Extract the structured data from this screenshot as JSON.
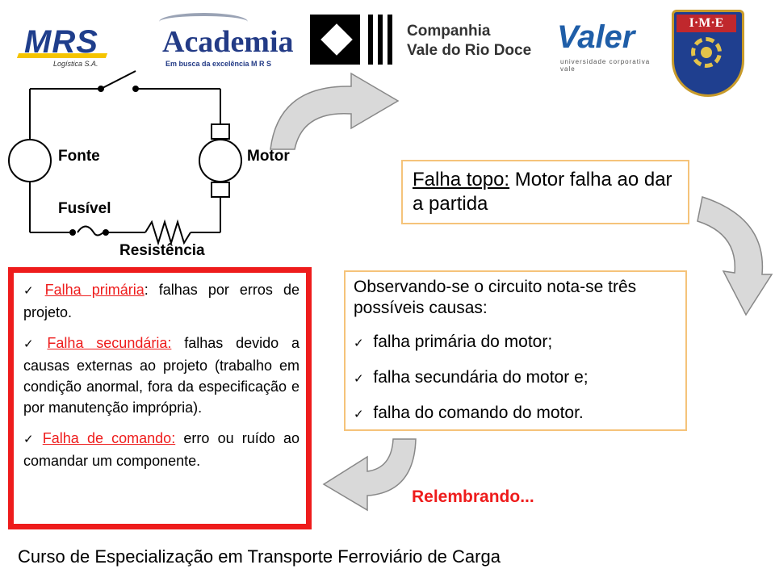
{
  "logos": {
    "mrs": {
      "name": "MRS",
      "sub": "Logística S.A."
    },
    "academia": {
      "name": "Academia",
      "sub": "Em busca da excelência  M R S"
    },
    "cvrd": {
      "line1": "Companhia",
      "line2": "Vale do Rio Doce"
    },
    "valer": {
      "name": "Valer",
      "sub": "universidade corporativa vale"
    },
    "ime": {
      "name": "I·M·E"
    }
  },
  "circuit": {
    "fonte": "Fonte",
    "fusivel": "Fusível",
    "motor": "Motor",
    "resistencia": "Resistência"
  },
  "falha_topo": {
    "label": "Falha topo:",
    "text": " Motor falha ao dar a partida"
  },
  "causes_box": {
    "primaria_label": "Falha primária",
    "primaria_text": ": falhas por erros de projeto.",
    "secundaria_label": "Falha secundária:",
    "secundaria_text": " falhas devido a causas externas ao projeto (trabalho em condição anormal, fora da especificação e por manutenção imprópria).",
    "comando_label": "Falha de comando:",
    "comando_text": " erro ou ruído ao comandar um componente."
  },
  "observacao": {
    "intro": "Observando-se o circuito nota-se três possíveis causas:",
    "items": [
      "falha primária do motor;",
      "falha secundária do motor e;",
      "falha do comando do motor."
    ]
  },
  "relembrando": "Relembrando...",
  "footer": "Curso de Especialização em Transporte Ferroviário de Carga",
  "colors": {
    "red": "#ee1c1c",
    "orange_border": "#f5c37a",
    "arrow_fill": "#d9d9d9"
  }
}
